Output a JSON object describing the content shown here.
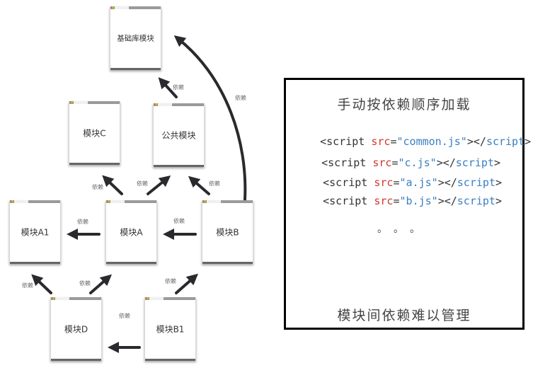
{
  "diagram": {
    "modules": {
      "base": "基础库模块",
      "c": "模块C",
      "common": "公共模块",
      "a1": "模块A1",
      "a": "模块A",
      "b": "模块B",
      "d": "模块D",
      "b1": "模块B1"
    },
    "edge_label": "依赖",
    "edges": [
      {
        "from": "公共模块",
        "to": "基础库模块"
      },
      {
        "from": "模块B",
        "to": "基础库模块"
      },
      {
        "from": "模块A",
        "to": "模块C"
      },
      {
        "from": "模块A",
        "to": "公共模块"
      },
      {
        "from": "模块B",
        "to": "公共模块"
      },
      {
        "from": "模块A",
        "to": "模块A1"
      },
      {
        "from": "模块B",
        "to": "模块A"
      },
      {
        "from": "模块D",
        "to": "模块A1"
      },
      {
        "from": "模块D",
        "to": "模块A"
      },
      {
        "from": "模块B1",
        "to": "模块B"
      },
      {
        "from": "模块B1",
        "to": "模块D"
      }
    ]
  },
  "panel": {
    "heading": "手动按依赖顺序加载",
    "scripts": [
      {
        "open": "<script",
        "attr": "src",
        "eq": "=",
        "value": "\"common.js\"",
        "close": "></",
        "tag": "script",
        "end": ">"
      },
      {
        "open": "<script",
        "attr": "src",
        "eq": "=",
        "value": "\"c.js\"",
        "close": "></",
        "tag": "script",
        "end": ">"
      },
      {
        "open": "<script",
        "attr": "src",
        "eq": "=",
        "value": "\"a.js\"",
        "close": "></",
        "tag": "script",
        "end": ">"
      },
      {
        "open": "<script",
        "attr": "src",
        "eq": "=",
        "value": "\"b.js\"",
        "close": "></",
        "tag": "script",
        "end": ">"
      }
    ],
    "ellipsis": "。。。",
    "footer": "模块间依赖难以管理"
  }
}
